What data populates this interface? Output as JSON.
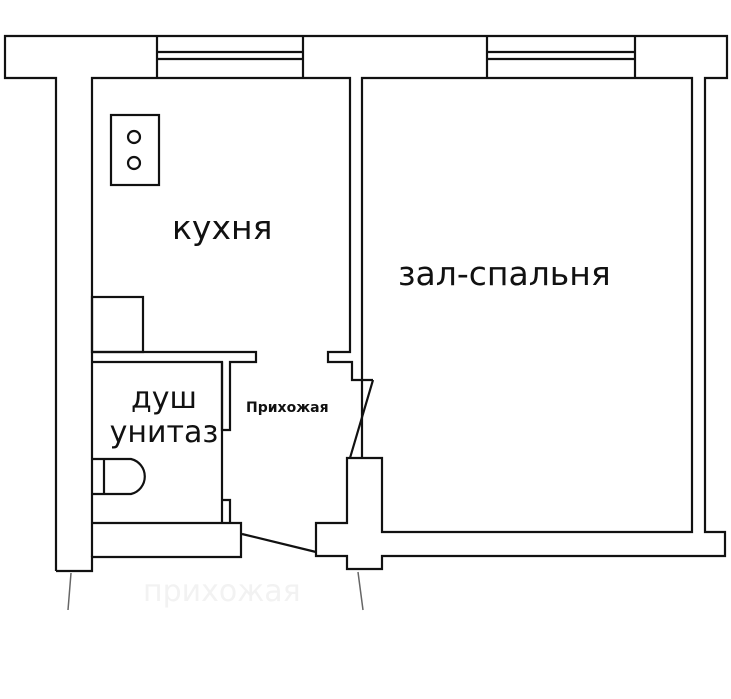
{
  "rooms": {
    "kitchen": "кухня",
    "living_bedroom": "зал-спальня",
    "bathroom_line1": "душ",
    "bathroom_line2": "унитаз",
    "hallway": "Прихожая",
    "hallway_faded": "прихожая"
  }
}
